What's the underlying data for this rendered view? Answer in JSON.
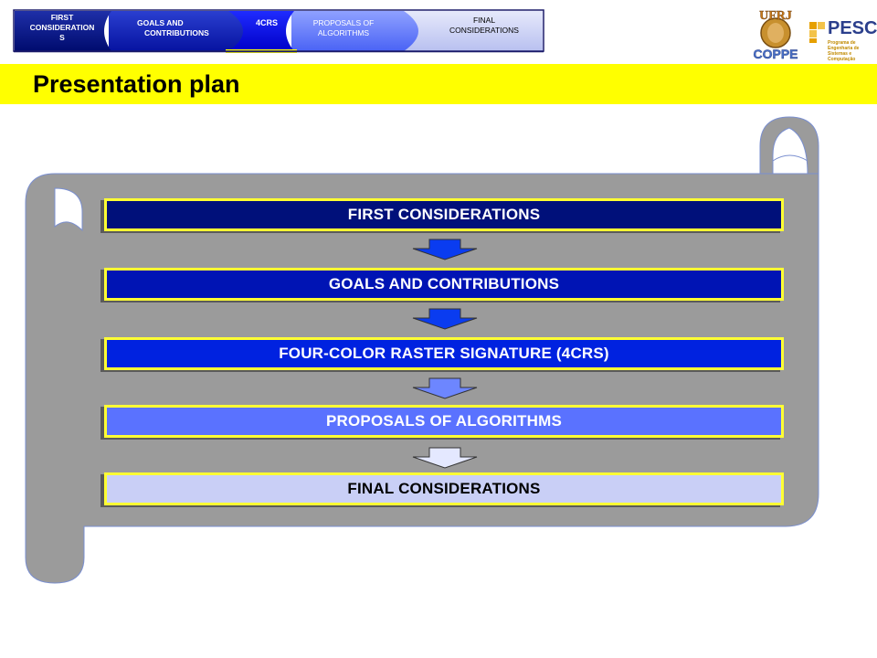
{
  "nav": {
    "items": [
      {
        "lines": [
          "FIRST",
          "CONSIDERATION",
          "S"
        ]
      },
      {
        "lines": [
          "GOALS AND",
          "CONTRIBUTIONS"
        ]
      },
      {
        "lines": [
          "4CRS"
        ]
      },
      {
        "lines": [
          "PROPOSALS OF",
          "ALGORITHMS"
        ]
      },
      {
        "lines": [
          "FINAL",
          "CONSIDERATIONS"
        ]
      }
    ],
    "active_index": 2,
    "colors": [
      "#001a8c",
      "#0a1fb8",
      "#0000d9",
      "#5b74ff",
      "#c8cdf5"
    ]
  },
  "logos": {
    "ufrj": {
      "lines": [
        "UFRJ",
        "COPPE"
      ]
    },
    "pesc": {
      "title": "PESC",
      "subtitle": "Programa de Engenharia de Sistemas e Computação"
    }
  },
  "title": "Presentation plan",
  "steps": [
    {
      "label": "FIRST CONSIDERATIONS",
      "bg": "#00107a",
      "text_color": "#ffffff"
    },
    {
      "label": "GOALS AND CONTRIBUTIONS",
      "bg": "#0014b4",
      "text_color": "#ffffff"
    },
    {
      "label": "FOUR-COLOR RASTER SIGNATURE (4CRS)",
      "bg": "#0022e0",
      "text_color": "#ffffff"
    },
    {
      "label": "PROPOSALS OF ALGORITHMS",
      "bg": "#5a72ff",
      "text_color": "#ffffff"
    },
    {
      "label": "FINAL CONSIDERATIONS",
      "bg": "#c9cff6",
      "text_color": "#000000"
    }
  ],
  "arrow_colors": [
    "#0a3cf0",
    "#0a3cf0",
    "#6d86ff",
    "#e4e8ff"
  ],
  "scroll_color": "#9b9b9b",
  "accent_color": "#ffff00"
}
